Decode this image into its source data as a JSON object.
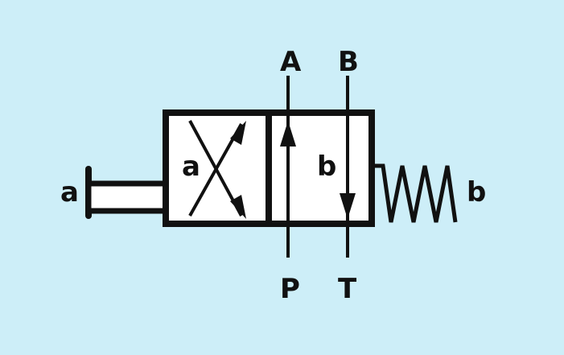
{
  "diagram": {
    "ports": {
      "top_left": "A",
      "top_right": "B",
      "bottom_left": "P",
      "bottom_right": "T"
    },
    "actuators": {
      "left": "a",
      "right": "b"
    },
    "boxes": {
      "left": "a",
      "right": "b"
    },
    "colors": {
      "background": "#cdeef8",
      "box_fill": "#ffffff",
      "stroke": "#111111"
    }
  }
}
